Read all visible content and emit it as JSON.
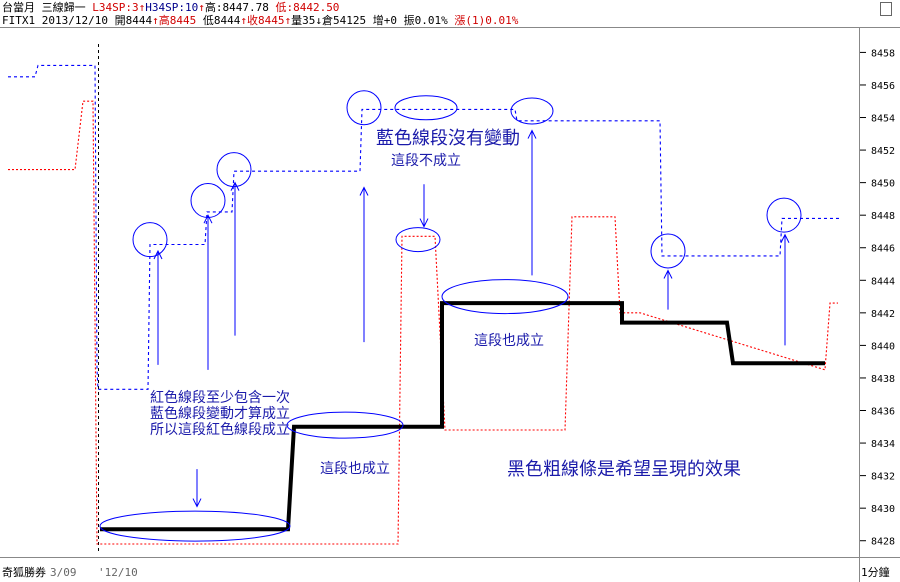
{
  "header": {
    "line1": {
      "name": "台當月",
      "indicator": "三線歸一",
      "l34sp": "L34SP:3",
      "h34sp": "H34SP:10",
      "high": "高:8447.78",
      "low": "低:8442.50"
    },
    "line2": {
      "symbol": "FITX1 2013/12/10",
      "open": "開8444",
      "arrow1": "↑",
      "high": "高8445",
      "low": "低8444",
      "arrow2": "↑",
      "close": "收8445",
      "arrow3": "↑",
      "volume": "量35",
      "arrow4": "↓",
      "oi": "倉54125",
      "oi_change": "增+0",
      "amplitude": "振0.01%",
      "change": "漲(1)0.01%"
    }
  },
  "footer": {
    "broker": "奇狐勝券",
    "prev_date": "3/09",
    "date": "'12/10",
    "period": "1分鐘"
  },
  "colors": {
    "black_line": "#000000",
    "red_line": "#ff0000",
    "blue_line": "#0000ff",
    "annotation": "#1a1aaa"
  },
  "annotations": {
    "blue_no_change": "藍色線段沒有變動",
    "not_valid": "這段不成立",
    "also_valid_1": "這段也成立",
    "also_valid_2": "這段也成立",
    "red_rule_1": "紅色線段至少包含一次",
    "red_rule_2": "藍色線段變動才算成立",
    "red_rule_3": "所以這段紅色線段成立",
    "black_goal": "黑色粗線條是希望呈現的效果"
  },
  "chart_data": {
    "type": "line",
    "ylim": [
      8427,
      8459.5
    ],
    "y_ticks": [
      8428,
      8430,
      8432,
      8434,
      8436,
      8438,
      8440,
      8442,
      8444,
      8446,
      8448,
      8450,
      8452,
      8454,
      8456,
      8458
    ],
    "xlim": [
      0,
      860
    ],
    "x_tick_labels": [
      "3/09",
      "'12/10"
    ],
    "session_divider_x": 98,
    "series": [
      {
        "style": "dashed-thin-blue",
        "x": [
          8,
          35,
          38,
          95,
          97,
          98,
          100,
          148,
          150,
          205,
          207,
          232,
          234,
          360,
          362,
          515,
          517,
          660,
          662,
          780,
          782,
          840
        ],
        "y": [
          8456.5,
          8456.5,
          8457.2,
          8457.2,
          8438.5,
          8437.3,
          8437.3,
          8437.3,
          8446.2,
          8446.2,
          8448.2,
          8448.2,
          8450.7,
          8450.7,
          8454.5,
          8454.5,
          8453.8,
          8453.8,
          8445.5,
          8445.5,
          8447.8,
          8447.8
        ]
      },
      {
        "style": "dashed-thin-red",
        "x": [
          8,
          75,
          83,
          93,
          97,
          100,
          398,
          402,
          435,
          445,
          565,
          572,
          615,
          620,
          640,
          825,
          830,
          838
        ],
        "y": [
          8450.8,
          8450.8,
          8455.0,
          8455.0,
          8427.8,
          8427.8,
          8427.8,
          8446.7,
          8446.7,
          8434.8,
          8434.8,
          8447.9,
          8447.9,
          8442.0,
          8442.0,
          8438.5,
          8442.6,
          8442.6
        ]
      },
      {
        "style": "thick-black",
        "x": [
          100,
          288,
          294,
          442,
          442,
          622,
          622,
          727,
          733,
          825
        ],
        "y": [
          8428.7,
          8428.7,
          8435.0,
          8435.0,
          8442.6,
          8442.6,
          8441.4,
          8441.4,
          8438.9,
          8438.9
        ]
      }
    ],
    "markers": [
      {
        "shape": "circle",
        "x": 150,
        "y": 8446.5
      },
      {
        "shape": "circle",
        "x": 208,
        "y": 8448.9
      },
      {
        "shape": "circle",
        "x": 234,
        "y": 8450.8
      },
      {
        "shape": "circle",
        "x": 364,
        "y": 8454.6
      },
      {
        "shape": "circle",
        "x": 668,
        "y": 8445.8
      },
      {
        "shape": "circle",
        "x": 784,
        "y": 8448.0
      },
      {
        "shape": "ellipse",
        "x": 426,
        "y": 8454.6
      },
      {
        "shape": "ellipse",
        "x": 532,
        "y": 8454.4
      },
      {
        "shape": "ellipse",
        "x": 418,
        "y": 8446.5
      },
      {
        "shape": "ellipse",
        "x": 505,
        "y": 8443.0
      },
      {
        "shape": "ellipse",
        "x": 345,
        "y": 8435.1
      },
      {
        "shape": "ellipse",
        "x": 195,
        "y": 8428.9
      }
    ],
    "arrows": [
      {
        "x": 158,
        "from": 8438.8,
        "to": 8445.8
      },
      {
        "x": 208,
        "from": 8438.5,
        "to": 8448.0
      },
      {
        "x": 235,
        "from": 8440.6,
        "to": 8450.0
      },
      {
        "x": 364,
        "from": 8440.2,
        "to": 8449.7
      },
      {
        "x": 424,
        "from": 8449.9,
        "to": 8447.3
      },
      {
        "x": 532,
        "from": 8444.3,
        "to": 8453.2
      },
      {
        "x": 668,
        "from": 8442.2,
        "to": 8444.6
      },
      {
        "x": 785,
        "from": 8440.0,
        "to": 8446.8
      },
      {
        "x": 197,
        "from": 8432.4,
        "to": 8430.1
      }
    ]
  }
}
